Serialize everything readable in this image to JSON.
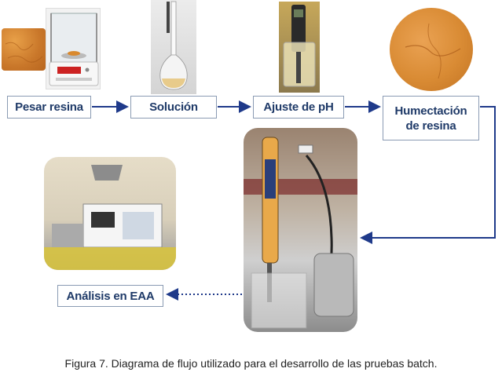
{
  "steps": {
    "pesar": "Pesar resina",
    "solucion": "Solución",
    "ajuste": "Ajuste de pH",
    "humectacion_l1": "Humectación",
    "humectacion_l2": "de resina",
    "analisis": "Análisis en EAA"
  },
  "caption": "Figura 7. Diagrama de flujo utilizado para el desarrollo de las pruebas batch.",
  "colors": {
    "box_text": "#1f3a68",
    "box_border": "#8a9bb3",
    "arrow": "#1f3a8a",
    "resin": "#d9892e"
  },
  "photos": {
    "resin_sample": "photo-resin-sample",
    "balance": "photo-balance",
    "flask": "photo-volumetric-flask",
    "ph_meter": "photo-ph-meter",
    "resin_dish": "photo-resin-dish",
    "stirrer": "photo-stirrer-setup",
    "aas": "photo-aas-instrument"
  }
}
